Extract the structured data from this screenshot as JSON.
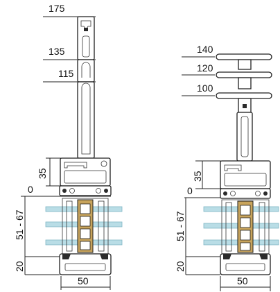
{
  "diagram": {
    "left_profile": {
      "height_labels": [
        "175",
        "135",
        "115"
      ],
      "upper_dim": "35",
      "zero": "0",
      "glazing_dim": "51 - 67",
      "lower_dim": "20",
      "width_dim": "50"
    },
    "right_profile": {
      "height_labels": [
        "140",
        "120",
        "100"
      ],
      "upper_dim": "35",
      "zero": "0",
      "glazing_dim": "51 - 67",
      "lower_dim": "20",
      "width_dim": "50"
    }
  },
  "colors": {
    "glass": "#b9dde6",
    "glass_edge": "#7fb6c5",
    "insulator": "#c8a45c",
    "profile_stroke": "#1f1f1f"
  }
}
